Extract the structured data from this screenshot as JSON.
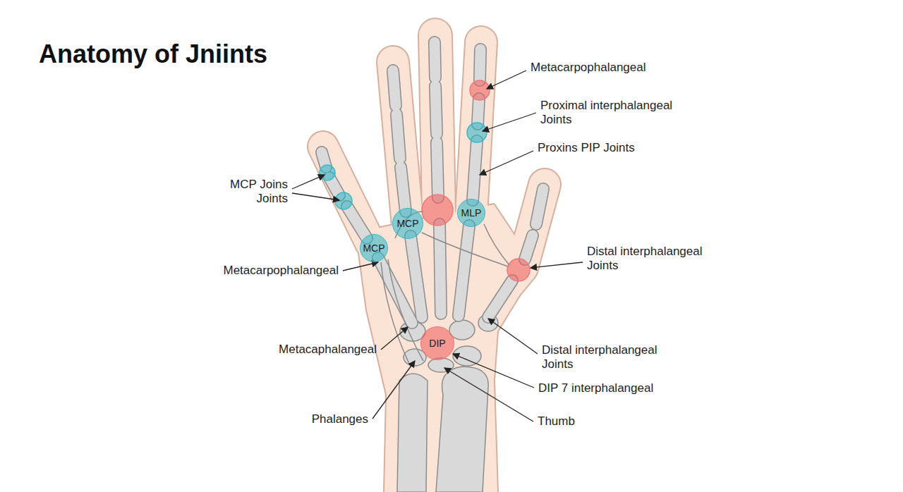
{
  "diagram": {
    "title": "Anatomy of Jniints",
    "nodes": [
      {
        "text": [
          "MLP"
        ]
      },
      {
        "text": [
          "MCP"
        ]
      },
      {
        "text": [
          "MCP"
        ]
      },
      {
        "text": [
          "DIP"
        ]
      }
    ],
    "labels": [
      "Metacarpophalangeal",
      "Proximal interphalangeal Joints",
      "Proxins PIP Joints",
      "MCP Joins Joints",
      "Metacarpophalangeal",
      "Distal interphalangeal Joints",
      "Metacaphalangeal",
      "Distal interphalangeal Joints",
      "DIP 7 interphalangeal",
      "Phalanges",
      "Thumb"
    ]
  }
}
